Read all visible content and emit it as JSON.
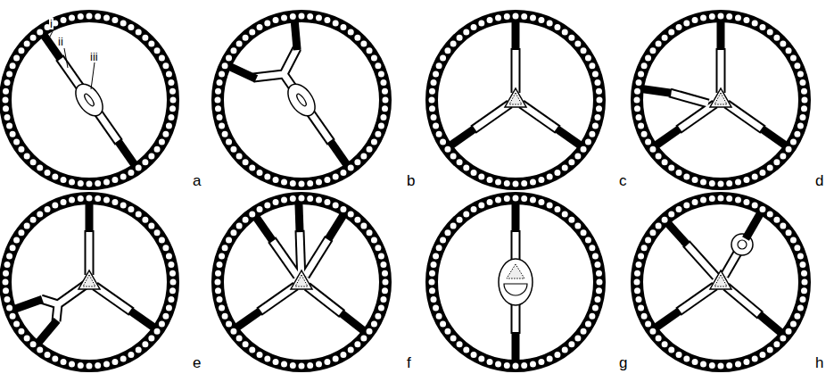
{
  "diagram": {
    "labels": [
      "i",
      "ii",
      "iii",
      "a",
      "b",
      "c",
      "d",
      "e",
      "f",
      "g",
      "h"
    ]
  }
}
